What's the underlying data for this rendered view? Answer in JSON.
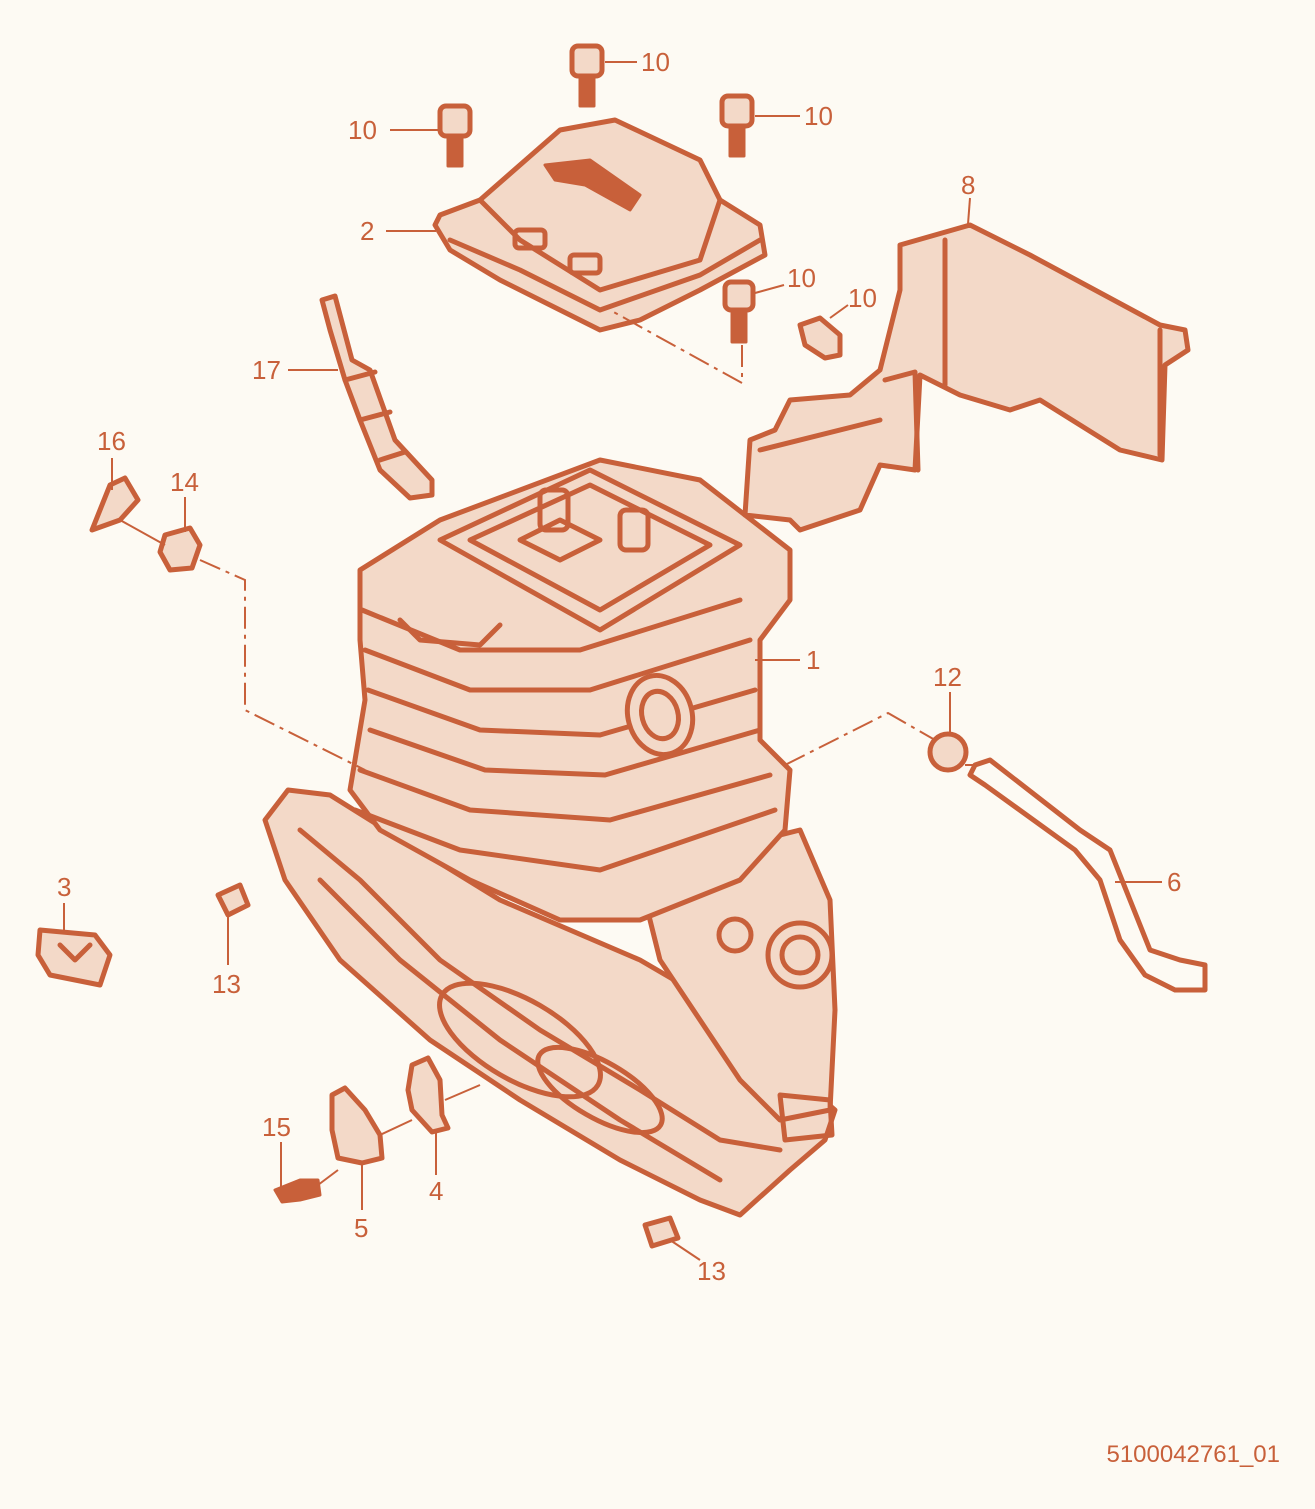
{
  "diagram": {
    "accent_color": "#c8603a",
    "background_color": "#fdfaf3",
    "document_id": "5100042761_01",
    "callouts": {
      "c1": "1",
      "c2": "2",
      "c3": "3",
      "c4": "4",
      "c5": "5",
      "c6": "6",
      "c8": "8",
      "c10a": "10",
      "c10b": "10",
      "c10c": "10",
      "c10d": "10",
      "c10e": "10",
      "c12": "12",
      "c13a": "13",
      "c13b": "13",
      "c14": "14",
      "c15": "15",
      "c16": "16",
      "c17": "17"
    },
    "part_icons": {
      "cylinder": "engine-cylinder-icon",
      "cover": "cylinder-cover-icon",
      "bolt": "screw-icon",
      "spark_plug": "spark-plug-icon",
      "heat_shield": "heat-shield-icon",
      "fuel_line": "fuel-line-icon"
    }
  }
}
